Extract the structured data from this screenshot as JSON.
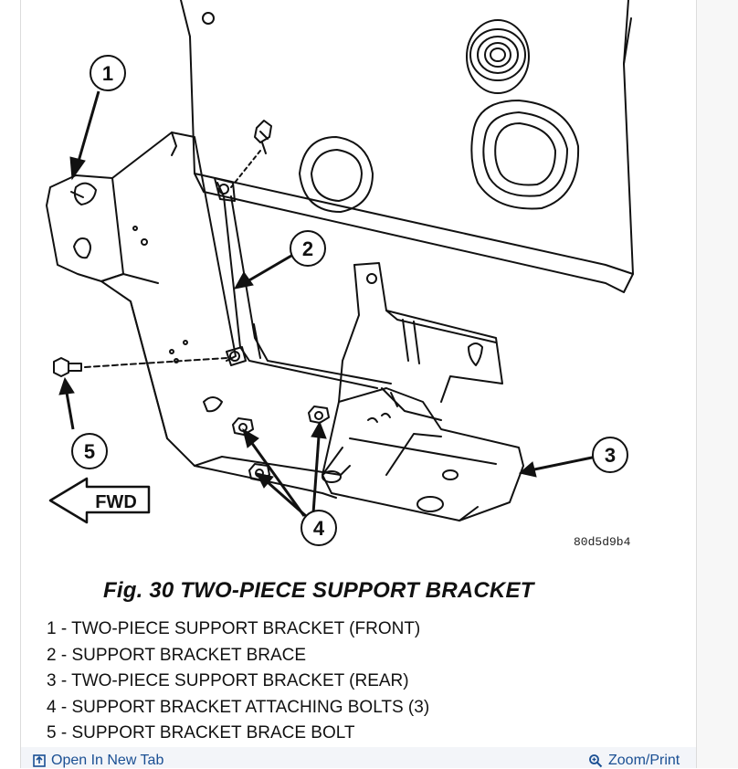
{
  "figure": {
    "image_id": "80d5d9b4",
    "caption": "Fig. 30 TWO-PIECE SUPPORT BRACKET",
    "fwd_label": "FWD",
    "callouts": [
      "1",
      "2",
      "3",
      "4",
      "5"
    ]
  },
  "legend": {
    "items": [
      "1 - TWO-PIECE SUPPORT BRACKET (FRONT)",
      "2 - SUPPORT BRACKET BRACE",
      "3 - TWO-PIECE SUPPORT BRACKET (REAR)",
      "4 - SUPPORT BRACKET ATTACHING BOLTS (3)",
      "5 - SUPPORT BRACKET BRACE BOLT"
    ]
  },
  "footer": {
    "open_new_tab": "Open In New Tab",
    "zoom_print": "Zoom/Print",
    "open_icon": "open-new-tab-icon",
    "zoom_icon": "magnifier-icon",
    "link_color": "#1a4f93"
  }
}
